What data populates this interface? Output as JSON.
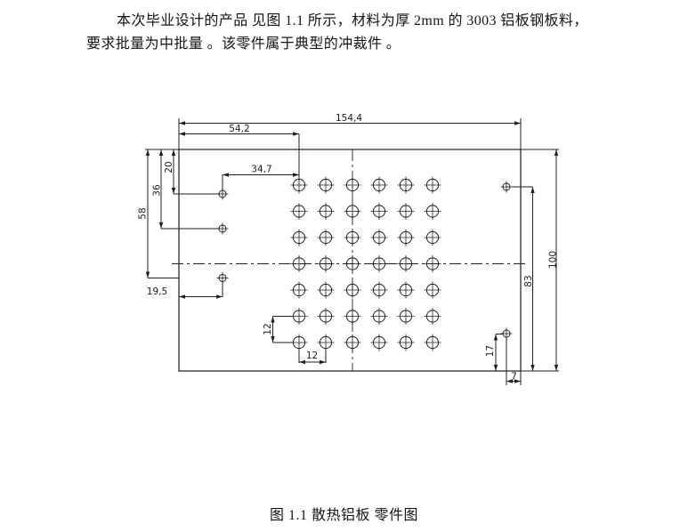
{
  "paragraph": {
    "line1": "本次毕业设计的产品 见图 1.1 所示，材料为厚 2mm 的 3003 铝板钢板料，",
    "line2": "要求批量为中批量 。该零件属于典型的冲裁件 。"
  },
  "caption": "图 1.1 散热铝板 零件图",
  "drawing": {
    "dimensions": {
      "overall_width": "154,4",
      "left_edge_to_first_column": "54,2",
      "side_hole_to_first_column": "34,7",
      "top_to_side_hole1": "20",
      "top_to_side_hole2": "36",
      "top_to_side_hole3": "58",
      "left_edge_to_side_hole3": "19,5",
      "row_pitch": "12",
      "column_pitch": "12",
      "corner_hole_to_bottom": "17",
      "corner_hole_to_right": "7",
      "right_hole_to_bottom": "83",
      "overall_height": "100"
    },
    "hole_grid": {
      "columns": 6,
      "rows": 7
    },
    "locating_hole_count": 5,
    "line_color": "#1f1f1f"
  }
}
